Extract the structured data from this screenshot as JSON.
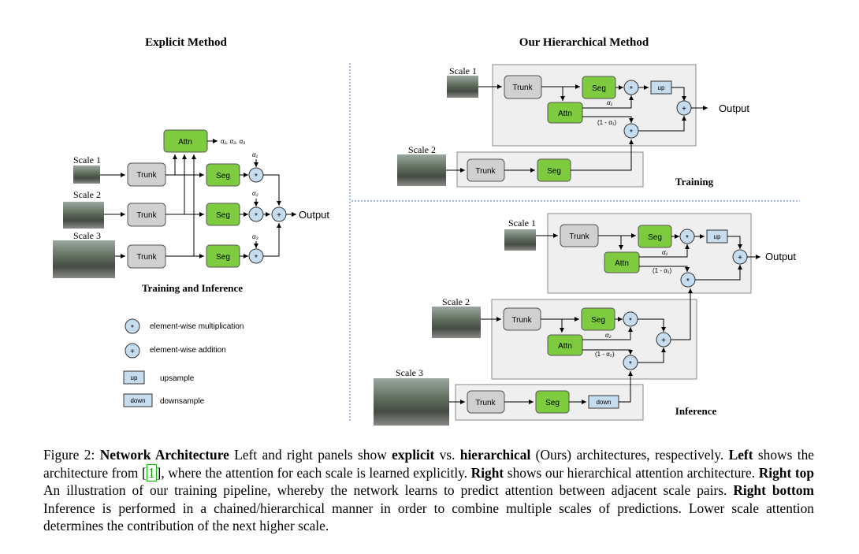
{
  "titles": {
    "left": "Explicit Method",
    "right": "Our Hierarchical Method"
  },
  "subtitles": {
    "left": "Training and Inference",
    "training": "Training",
    "inference": "Inference"
  },
  "blocks": {
    "trunk": "Trunk",
    "seg": "Seg",
    "attn": "Attn",
    "up": "up",
    "down": "down"
  },
  "scales": {
    "s1": "Scale 1",
    "s2": "Scale 2",
    "s3": "Scale 3"
  },
  "labels": {
    "output": "Output",
    "alphas_out": "α₁, α₂, α₃",
    "a1": "α₁",
    "a2": "α₂",
    "a3": "α₃",
    "one_minus_a1": "(1 - α₁)",
    "one_minus_a2": "(1 - α₂)",
    "mult": "*",
    "add": "+"
  },
  "legend": {
    "mult": "element-wise multiplication",
    "add": "element-wise addition",
    "up": "upsample",
    "down": "downsample"
  },
  "colors": {
    "seg_green": "#7ecb3f",
    "trunk_gray": "#d0d0d0",
    "op_blue": "#c6dcef",
    "panel_gray": "#efefef",
    "divider_blue": "#4472c4"
  },
  "caption": {
    "fig": "Figure 2: ",
    "t1": "Network Architecture",
    "s1": " Left and right panels show ",
    "t2": "explicit",
    "s2": " vs. ",
    "t3": "hierarchical",
    "s3": " (Ours) architectures, respectively. ",
    "t4": "Left",
    "s4": " shows the architecture from ",
    "cite": "1",
    "s5": ", where the attention for each scale is learned explicitly. ",
    "t5": "Right",
    "s6": " shows our hierarchical attention architecture. ",
    "t6": "Right top",
    "s7": " An illustration of our training pipeline, whereby the network learns to predict attention between adjacent scale pairs. ",
    "t7": "Right bottom",
    "s8": " Inference is performed in a chained/hierarchical manner in order to combine multiple scales of predictions. Lower scale attention determines the contribution of the next higher scale."
  }
}
